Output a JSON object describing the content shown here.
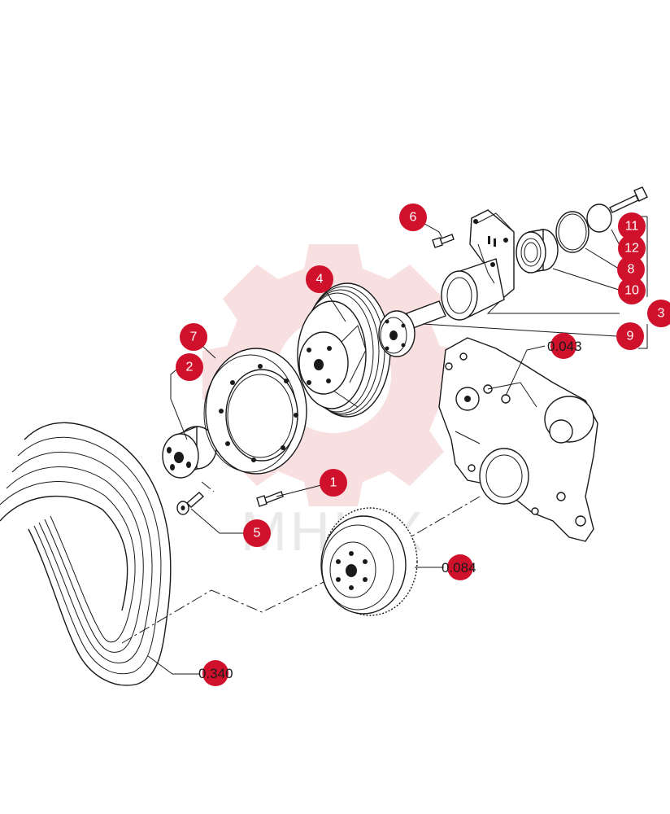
{
  "colors": {
    "marker": "#d0112b",
    "watermark": "#f3c7c9",
    "line": "#1a1a1a"
  },
  "watermark": {
    "text": "MHLIX"
  },
  "callouts": [
    {
      "id": "c1",
      "label": "1"
    },
    {
      "id": "c2",
      "label": "2"
    },
    {
      "id": "c3",
      "label": "3"
    },
    {
      "id": "c4",
      "label": "4"
    },
    {
      "id": "c5",
      "label": "5"
    },
    {
      "id": "c6",
      "label": "6"
    },
    {
      "id": "c7",
      "label": "7"
    },
    {
      "id": "c8",
      "label": "8"
    },
    {
      "id": "c9",
      "label": "9"
    },
    {
      "id": "c10",
      "label": "10"
    },
    {
      "id": "c11",
      "label": "11"
    },
    {
      "id": "c12",
      "label": "12"
    }
  ],
  "references": [
    {
      "id": "r043",
      "label": "0.043"
    },
    {
      "id": "r084",
      "label": "0.084"
    },
    {
      "id": "r340",
      "label": "0.340"
    }
  ]
}
